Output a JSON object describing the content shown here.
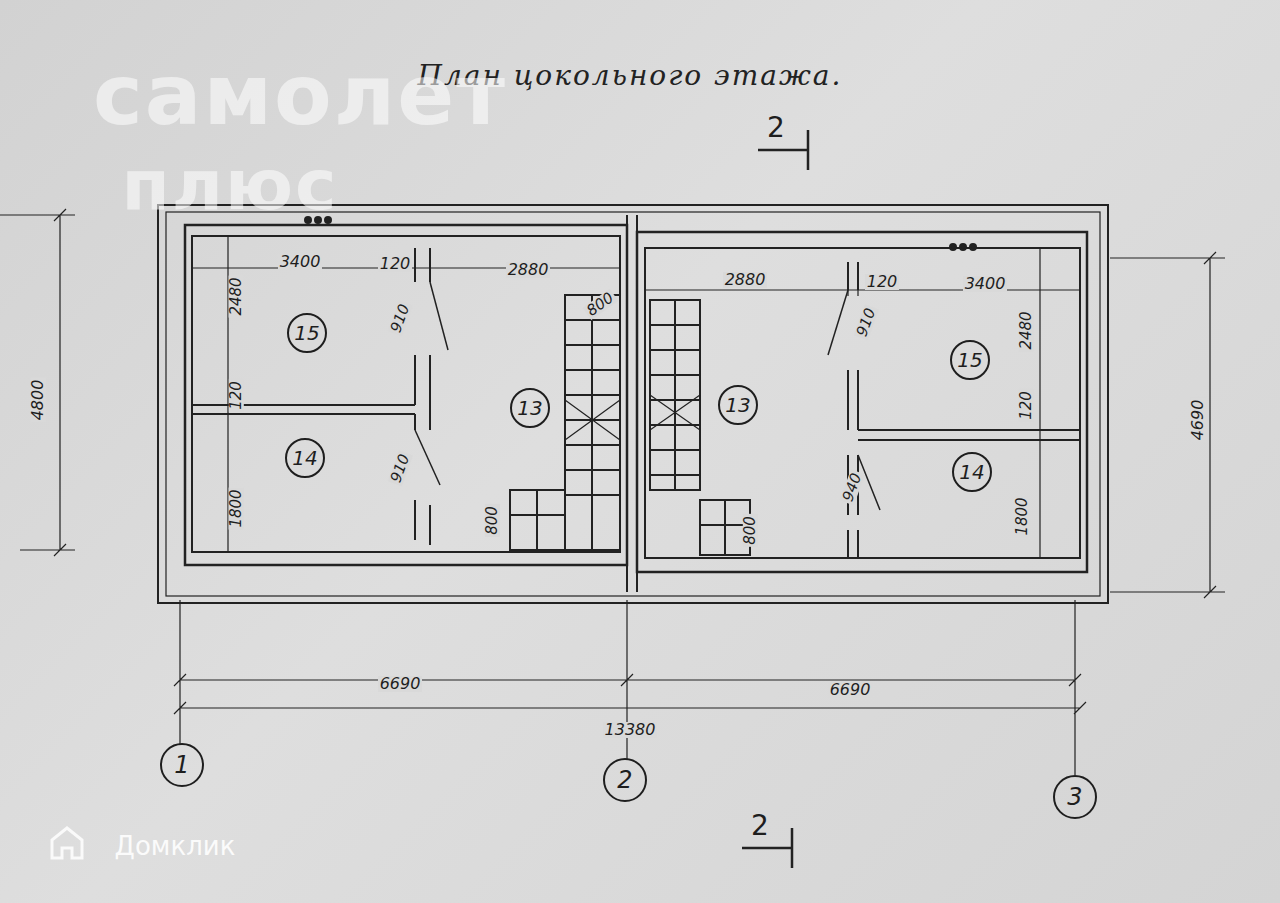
{
  "diagram": {
    "title": "План цокольного этажа.",
    "nodes": [
      {
        "text": [
          "15"
        ]
      },
      {
        "text": [
          "13"
        ]
      },
      {
        "text": [
          "13"
        ]
      },
      {
        "text": [
          "15"
        ]
      },
      {
        "text": [
          "14"
        ]
      },
      {
        "text": [
          "14"
        ]
      },
      {
        "text": [
          "1"
        ]
      },
      {
        "text": [
          "2"
        ]
      },
      {
        "text": [
          "3"
        ]
      }
    ],
    "labels": [
      "самолет",
      "плюс",
      "2",
      "3400",
      "120",
      "2880",
      "800",
      "2480",
      "910",
      "120",
      "910",
      "1800",
      "800",
      "2880",
      "120",
      "3400",
      "910",
      "2480",
      "120",
      "940",
      "1800",
      "800",
      "4800",
      "4690",
      "6690",
      "6690",
      "13380",
      "2",
      "Домклик"
    ]
  }
}
